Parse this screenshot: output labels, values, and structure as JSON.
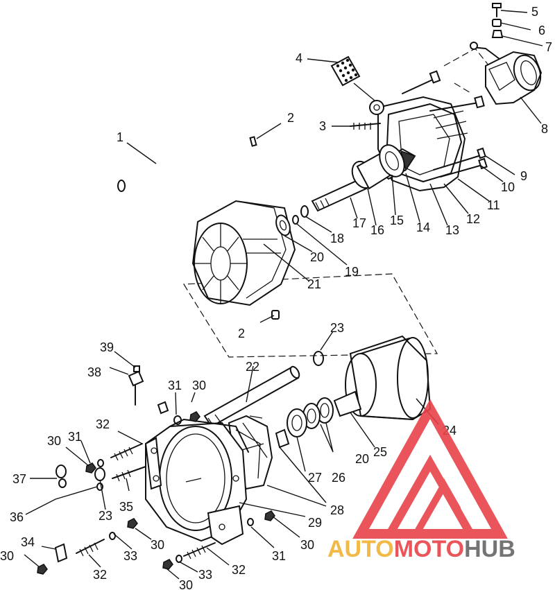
{
  "part_numbers": [
    "1",
    "2",
    "2",
    "3",
    "4",
    "5",
    "6",
    "7",
    "8",
    "9",
    "10",
    "11",
    "12",
    "13",
    "14",
    "15",
    "16",
    "17",
    "18",
    "19",
    "20",
    "20",
    "21",
    "22",
    "23",
    "23",
    "24",
    "25",
    "26",
    "27",
    "28",
    "29",
    "30",
    "30",
    "30",
    "30",
    "30",
    "30",
    "31",
    "31",
    "31",
    "32",
    "32",
    "32",
    "33",
    "33",
    "34",
    "35",
    "36",
    "37",
    "38",
    "39"
  ],
  "watermark": {
    "part1": "AUTO",
    "part2": "MOTO",
    "part3": "HUB",
    "color_orange": "#f2b233",
    "color_red": "#e8434a",
    "color_gray": "#666666"
  }
}
